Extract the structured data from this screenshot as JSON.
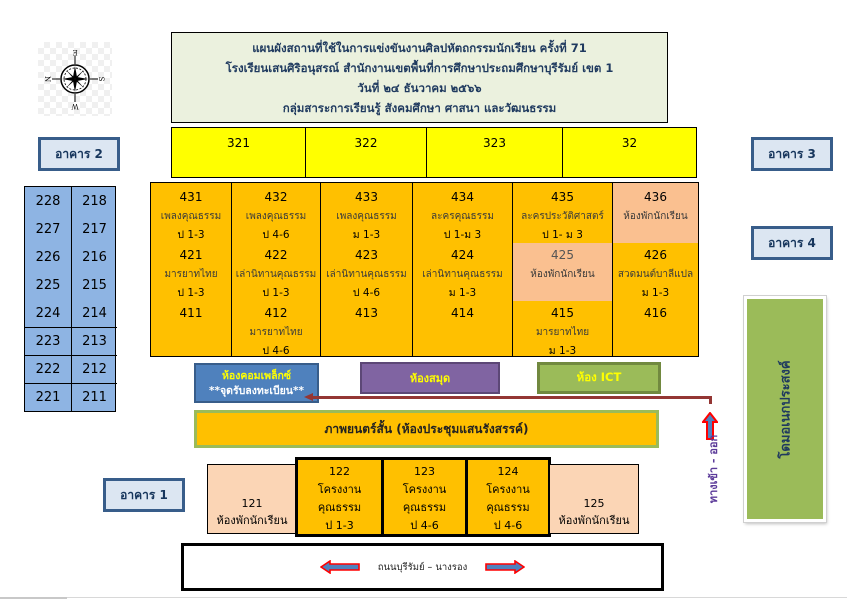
{
  "title": {
    "lines": [
      "แผนผังสถานที่ใช้ในการแข่งขันงานศิลปหัตถกรรมนักเรียน ครั้งที่ 71",
      "โรงเรียนเสนศิริอนุสรณ์ สำนักงานเขตพื้นที่การศึกษาประถมศึกษาบุรีรัมย์ เขต 1",
      "วันที่ ๒๔ ธันวาคม ๒๕๖๖",
      "กลุ่มสาระการเรียนรู้ สังคมศึกษา ศาสนา และวัฒนธรรม"
    ]
  },
  "compass": {
    "icon": "compass-rose-icon",
    "labels": {
      "top": "E",
      "right": "S",
      "bottom": "W",
      "left": "N"
    }
  },
  "buildings": {
    "b1": "อาคาร 1",
    "b2": "อาคาร 2",
    "b3": "อาคาร 3",
    "b4": "อาคาร 4"
  },
  "building3_rooms": [
    "321",
    "322",
    "323",
    "32"
  ],
  "building4": {
    "columns": [
      {
        "rooms": [
          {
            "num": "431",
            "activity": "เพลงคุณธรรม",
            "level": "ป 1-3"
          },
          {
            "num": "421",
            "activity": "มารยาทไทย",
            "level": "ป 1-3"
          },
          {
            "num": "411",
            "activity": "",
            "level": ""
          }
        ]
      },
      {
        "rooms": [
          {
            "num": "432",
            "activity": "เพลงคุณธรรม",
            "level": "ป 4-6"
          },
          {
            "num": "422",
            "activity": "เล่านิทานคุณธรรม",
            "level": "ป 1-3"
          },
          {
            "num": "412",
            "activity": "มารยาทไทย",
            "level": "ป 4-6"
          }
        ]
      },
      {
        "rooms": [
          {
            "num": "433",
            "activity": "เพลงคุณธรรม",
            "level": "ม 1-3"
          },
          {
            "num": "423",
            "activity": "เล่านิทานคุณธรรม",
            "level": "ป 4-6"
          },
          {
            "num": "413",
            "activity": "",
            "level": ""
          }
        ]
      },
      {
        "rooms": [
          {
            "num": "434",
            "activity": "ละครคุณธรรม",
            "level": "ป 1-ม 3"
          },
          {
            "num": "424",
            "activity": "เล่านิทานคุณธรรม",
            "level": "ม 1-3"
          },
          {
            "num": "414",
            "activity": "",
            "level": ""
          }
        ]
      },
      {
        "rooms": [
          {
            "num": "435",
            "activity": "ละครประวัติศาสตร์",
            "level": "ป 1- ม 3"
          },
          {
            "num": "425",
            "activity": "ห้องพักนักเรียน",
            "level": ""
          },
          {
            "num": "415",
            "activity": "มารยาทไทย",
            "level": "ม 1-3"
          }
        ]
      },
      {
        "rooms": [
          {
            "num": "436",
            "activity": "ห้องพักนักเรียน",
            "level": ""
          },
          {
            "num": "426",
            "activity": "สวดมนต์บาลีแปล",
            "level": "ม 1-3"
          },
          {
            "num": "416",
            "activity": "",
            "level": ""
          }
        ]
      }
    ]
  },
  "building2_rooms": [
    [
      "228",
      "218"
    ],
    [
      "227",
      "217"
    ],
    [
      "226",
      "216"
    ],
    [
      "225",
      "215"
    ],
    [
      "224",
      "214"
    ],
    [
      "223",
      "213"
    ],
    [
      "222",
      "212"
    ],
    [
      "221",
      "211"
    ]
  ],
  "special_rooms": {
    "computer": {
      "name": "ห้องคอมเพล็กซ์",
      "note": "**จุดรับลงทะเบียน**"
    },
    "library": "ห้องสมุด",
    "ict": "ห้อง ICT",
    "hall": "ภาพยนตร์สั้น (ห้องประชุมแสนรังสรรค์)",
    "dome": "โดมอเนกประสงค์"
  },
  "entrance": {
    "label": "ทางเข้า - ออก",
    "icon": "up-arrow-icon"
  },
  "building1": {
    "rooms": [
      {
        "num": "121",
        "lines": [
          "ห้องพักนักเรียน"
        ]
      },
      {
        "num": "122",
        "lines": [
          "โครงงาน",
          "คุณธรรม",
          "ป 1-3"
        ]
      },
      {
        "num": "123",
        "lines": [
          "โครงงาน",
          "คุณธรรม",
          "ป 4-6"
        ]
      },
      {
        "num": "124",
        "lines": [
          "โครงงาน",
          "คุณธรรม",
          "ป 4-6"
        ]
      },
      {
        "num": "125",
        "lines": [
          "ห้องพักนักเรียน"
        ]
      }
    ]
  },
  "road": {
    "label": "ถนนบุรีรัมย์ – นางรอง"
  },
  "colors": {
    "building4": "#ffc000",
    "rest_room": "#fac090",
    "building3": "#ffff00",
    "building2": "#8eb4e3",
    "computer": "#4f81bd",
    "library": "#8064a2",
    "ict": "#9bbb59",
    "path": "#943634"
  }
}
